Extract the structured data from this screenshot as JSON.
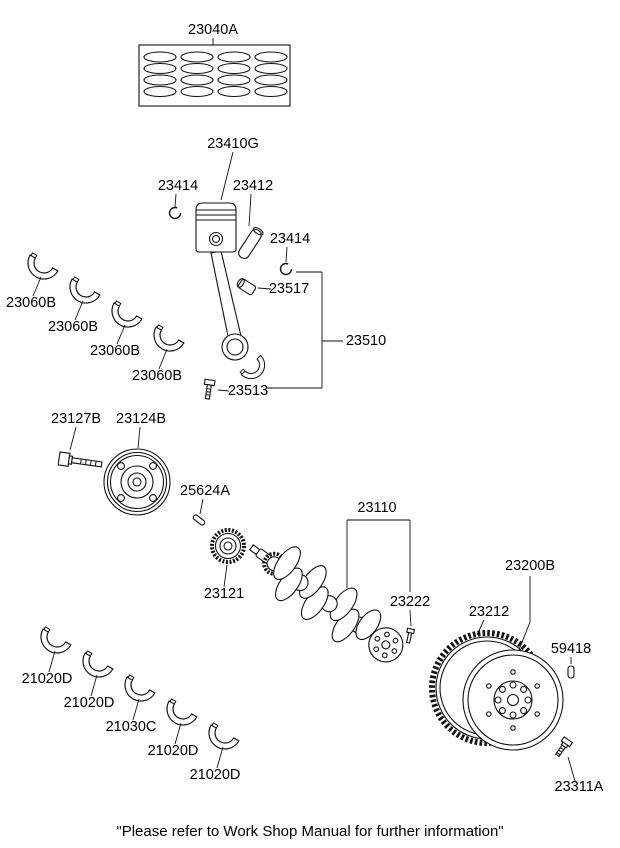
{
  "diagram": {
    "footer_note": "\"Please refer to Work Shop Manual for further information\"",
    "labels": {
      "piston_ring_set": "23040A",
      "piston_assembly": "23410G",
      "snap_ring_left": "23414",
      "piston_pin": "23412",
      "snap_ring_right": "23414",
      "rod_bushing": "23517",
      "connecting_rod": "23510",
      "rod_bolt": "23513",
      "rod_bearing_1": "23060B",
      "rod_bearing_2": "23060B",
      "rod_bearing_3": "23060B",
      "rod_bearing_4": "23060B",
      "pulley_bolt": "23127B",
      "crankshaft_pulley": "23124B",
      "woodruff_key": "25624A",
      "crankshaft_sprocket": "23121",
      "crankshaft": "23110",
      "pilot_bolt": "23222",
      "flywheel": "23200B",
      "ring_gear": "23212",
      "dowel_pin": "59418",
      "flywheel_bolt": "23311A",
      "main_bearing_1": "21020D",
      "main_bearing_2": "21020D",
      "main_bearing_3": "21030C",
      "main_bearing_4": "21020D",
      "main_bearing_5": "21020D"
    }
  }
}
